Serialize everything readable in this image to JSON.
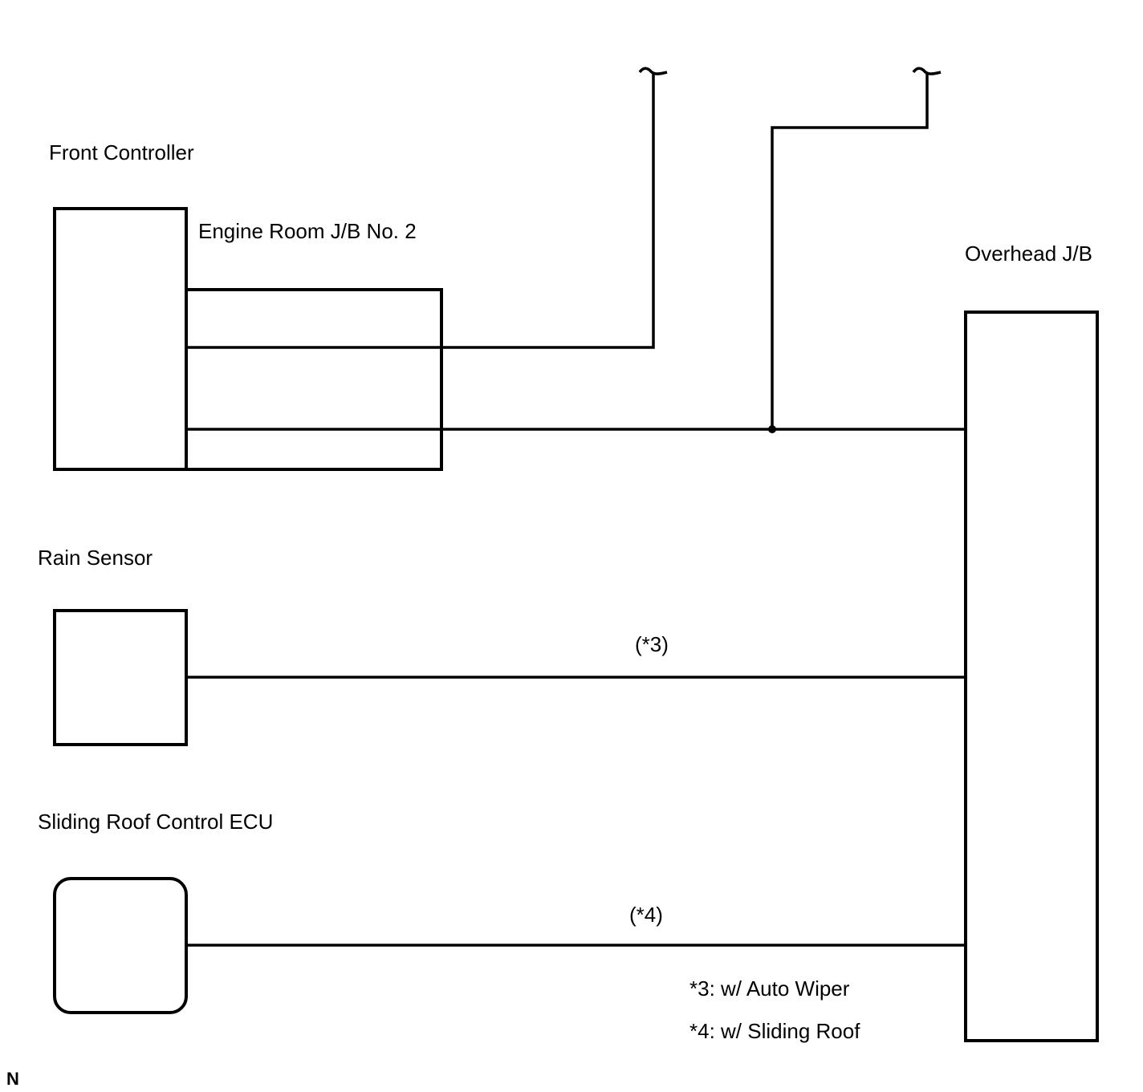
{
  "components": {
    "front_controller": "Front Controller",
    "engine_room_jb": "Engine Room J/B No. 2",
    "overhead_jb": "Overhead J/B",
    "rain_sensor": "Rain Sensor",
    "sliding_roof_ecu": "Sliding Roof Control ECU"
  },
  "wire_labels": {
    "rain_wire": "(*3)",
    "roof_wire": "(*4)"
  },
  "footnotes": [
    "*3: w/ Auto Wiper",
    "*4: w/ Sliding Roof"
  ],
  "corner_code": "N"
}
